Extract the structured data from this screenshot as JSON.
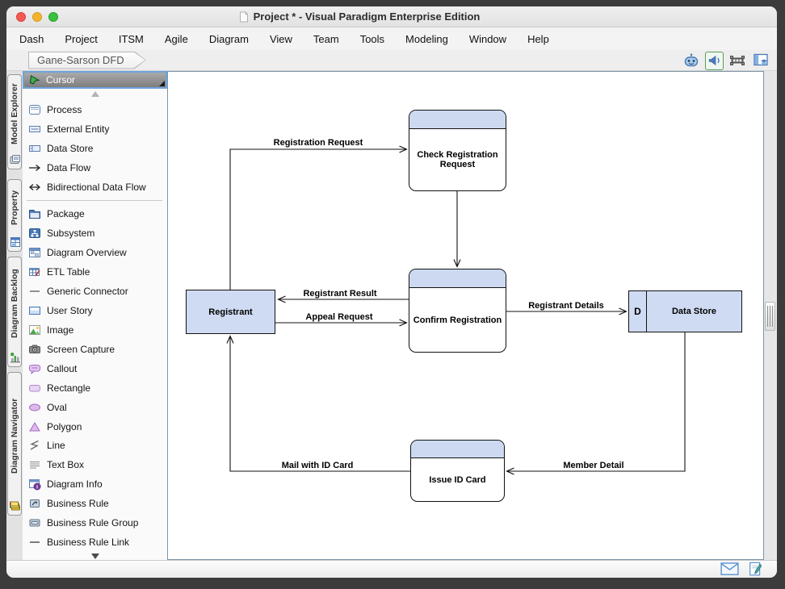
{
  "window": {
    "title": "Project * - Visual Paradigm Enterprise Edition"
  },
  "menu": {
    "items": [
      {
        "label": "Dash"
      },
      {
        "label": "Project"
      },
      {
        "label": "ITSM"
      },
      {
        "label": "Agile"
      },
      {
        "label": "Diagram"
      },
      {
        "label": "View"
      },
      {
        "label": "Team"
      },
      {
        "label": "Tools"
      },
      {
        "label": "Modeling"
      },
      {
        "label": "Window"
      },
      {
        "label": "Help"
      }
    ]
  },
  "toolbar": {
    "breadcrumb": {
      "label": "Gane-Sarson DFD"
    },
    "icons": [
      {
        "name": "bot-icon"
      },
      {
        "name": "announcement-icon"
      },
      {
        "name": "presentation-boundary-icon"
      },
      {
        "name": "panel-layout-icon"
      }
    ]
  },
  "sidebar": {
    "tabs": [
      {
        "label": "Model Explorer",
        "icon": "model-explorer-icon"
      },
      {
        "label": "Property",
        "icon": "property-icon"
      },
      {
        "label": "Diagram Backlog",
        "icon": "diagram-backlog-icon"
      },
      {
        "label": "Diagram Navigator",
        "icon": "diagram-navigator-icon"
      }
    ]
  },
  "palette": {
    "cursor": {
      "label": "Cursor",
      "icon": "cursor-icon"
    },
    "groups": [
      {
        "items": [
          {
            "label": "Process",
            "icon": "process-icon"
          },
          {
            "label": "External Entity",
            "icon": "external-entity-icon"
          },
          {
            "label": "Data Store",
            "icon": "data-store-icon"
          },
          {
            "label": "Data Flow",
            "icon": "data-flow-icon"
          },
          {
            "label": "Bidirectional Data Flow",
            "icon": "bidirectional-data-flow-icon"
          }
        ]
      },
      {
        "items": [
          {
            "label": "Package",
            "icon": "package-icon"
          },
          {
            "label": "Subsystem",
            "icon": "subsystem-icon"
          },
          {
            "label": "Diagram Overview",
            "icon": "diagram-overview-icon"
          },
          {
            "label": "ETL Table",
            "icon": "etl-table-icon"
          },
          {
            "label": "Generic Connector",
            "icon": "generic-connector-icon"
          },
          {
            "label": "User Story",
            "icon": "user-story-icon"
          },
          {
            "label": "Image",
            "icon": "image-icon"
          },
          {
            "label": "Screen Capture",
            "icon": "screen-capture-icon"
          },
          {
            "label": "Callout",
            "icon": "callout-icon"
          },
          {
            "label": "Rectangle",
            "icon": "rectangle-icon"
          },
          {
            "label": "Oval",
            "icon": "oval-icon"
          },
          {
            "label": "Polygon",
            "icon": "polygon-icon"
          },
          {
            "label": "Line",
            "icon": "line-icon"
          },
          {
            "label": "Text Box",
            "icon": "text-box-icon"
          },
          {
            "label": "Diagram Info",
            "icon": "diagram-info-icon"
          },
          {
            "label": "Business Rule",
            "icon": "business-rule-icon"
          },
          {
            "label": "Business Rule Group",
            "icon": "business-rule-group-icon"
          },
          {
            "label": "Business Rule Link",
            "icon": "business-rule-link-icon"
          }
        ]
      }
    ]
  },
  "diagram": {
    "nodes": {
      "check_registration": {
        "type": "process",
        "label": "Check Registration Request"
      },
      "confirm_registration": {
        "type": "process",
        "label": "Confirm Registration"
      },
      "issue_id_card": {
        "type": "process",
        "label": "Issue ID Card"
      },
      "registrant": {
        "type": "external-entity",
        "label": "Registrant"
      },
      "data_store": {
        "type": "data-store",
        "id_label": "D",
        "label": "Data Store"
      }
    },
    "flows": {
      "registration_request": {
        "label": "Registration Request",
        "from": "registrant",
        "to": "check_registration"
      },
      "registrant_result": {
        "label": "Registrant Result",
        "from": "confirm_registration",
        "to": "registrant"
      },
      "appeal_request": {
        "label": "Appeal Request",
        "from": "registrant",
        "to": "confirm_registration"
      },
      "registrant_details": {
        "label": "Registrant Details",
        "from": "confirm_registration",
        "to": "data_store"
      },
      "member_detail": {
        "label": "Member Detail",
        "from": "data_store",
        "to": "issue_id_card"
      },
      "mail_with_id_card": {
        "label": "Mail with ID Card",
        "from": "issue_id_card",
        "to": "registrant"
      }
    },
    "colors": {
      "process_header": "#ccd9f1",
      "entity_fill": "#cfdbf2",
      "node_border": "#111111",
      "canvas_border": "#7e93a6",
      "selection_border": "#6ea3dc"
    }
  },
  "statusbar": {
    "icons": [
      {
        "name": "mail-icon"
      },
      {
        "name": "feedback-icon"
      }
    ]
  }
}
